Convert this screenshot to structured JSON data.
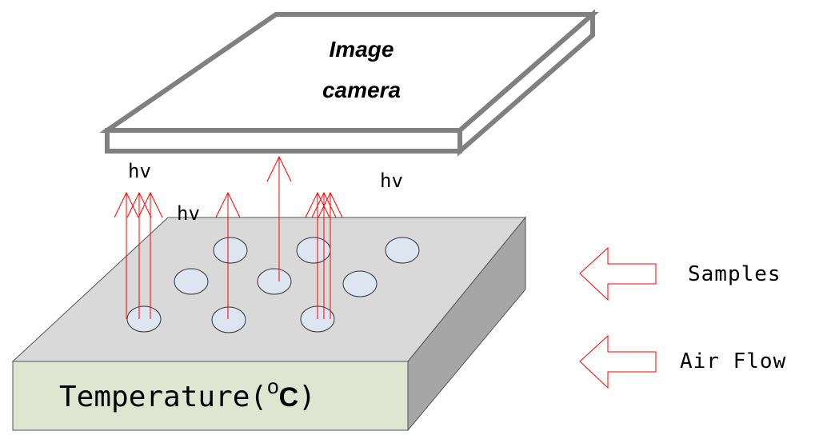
{
  "camera": {
    "line1": "Image",
    "line2": "camera"
  },
  "hv_labels": [
    "hv",
    "hv",
    "hv"
  ],
  "plate": {
    "temp_label": "Temperature(",
    "temp_degree": "o",
    "temp_unit": "C",
    "temp_close": ")"
  },
  "legend": {
    "samples": "Samples",
    "air_flow": "Air Flow"
  },
  "colors": {
    "frame": "#808080",
    "plate_top": "#d9d9d9",
    "plate_side": "#a6a6a6",
    "plate_front": "#dfe5d1",
    "sample_fill": "#dde6f0",
    "arrow": "#ff0000",
    "legend_arrow": "#ff0000"
  }
}
